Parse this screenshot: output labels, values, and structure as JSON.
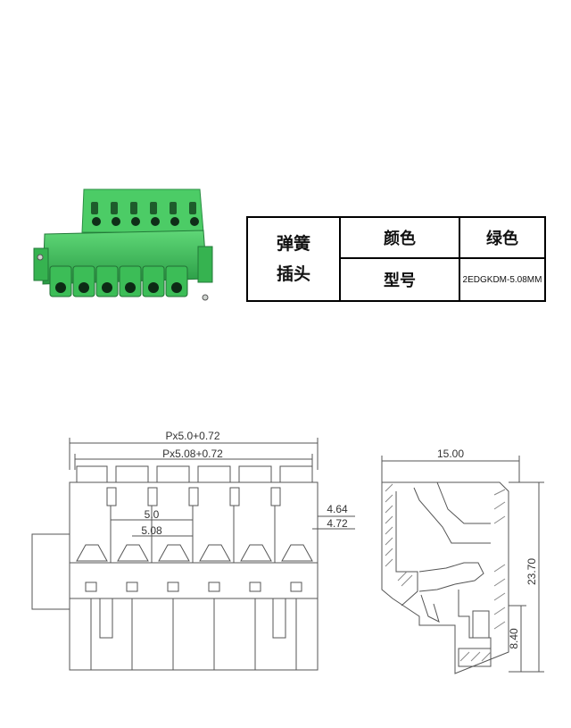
{
  "product": {
    "image_label": "connector-photo",
    "body_color": "#3fbf5a"
  },
  "spec_table": {
    "name_line1": "弹簧",
    "name_line2": "插头",
    "color_label": "颜色",
    "color_value": "绿色",
    "model_label": "型号",
    "model_value": "2EDGKDM-5.08MM"
  },
  "drawing": {
    "overall_width_1": "Px5.0+0.72",
    "overall_width_2": "Px5.08+0.72",
    "pitch_1": "5.0",
    "pitch_2": "5.08",
    "offset_1": "4.64",
    "offset_2": "4.72",
    "side_width": "15.00",
    "side_height": "23.70",
    "side_lower_height": "8.40"
  }
}
